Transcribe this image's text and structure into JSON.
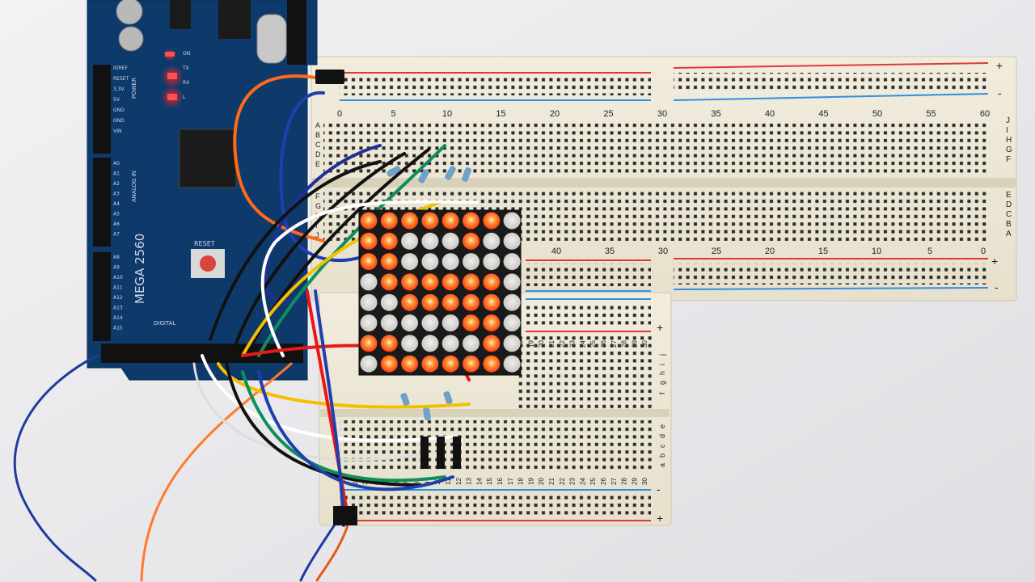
{
  "photo": {
    "board": {
      "model_label": "MEGA 2560",
      "reset_label": "RESET",
      "power_label": "POWER",
      "analog_label": "ANALOG IN",
      "digital_label": "DIGITAL",
      "power_pins": [
        "IOREF",
        "RESET",
        "3.3V",
        "5V",
        "GND",
        "GND",
        "VIN"
      ],
      "analog_pins": [
        "A0",
        "A1",
        "A2",
        "A3",
        "A4",
        "A5",
        "A6",
        "A7"
      ],
      "analog_pins_2": [
        "A8",
        "A9",
        "A10",
        "A11",
        "A12",
        "A13",
        "A14",
        "A15"
      ],
      "led_labels": [
        "ON",
        "TX",
        "RX",
        "L"
      ]
    },
    "breadboard_top": {
      "column_numbers": [
        "0",
        "5",
        "10",
        "15",
        "20",
        "25",
        "30",
        "35",
        "40",
        "45",
        "50",
        "55",
        "60"
      ],
      "rows_upper": [
        "J",
        "I",
        "H",
        "G",
        "F"
      ],
      "rows_lower": [
        "E",
        "D",
        "C",
        "B",
        "A"
      ],
      "rows_left": [
        "A",
        "B",
        "C",
        "D",
        "E",
        "F",
        "G",
        "H",
        "I",
        "J"
      ],
      "bottom_numbers": [
        "40",
        "35",
        "30",
        "25",
        "20",
        "15",
        "10",
        "5",
        "0"
      ],
      "rail_plus": "+",
      "rail_minus": "-"
    },
    "breadboard_small": {
      "column_numbers": [
        "1",
        "2",
        "3",
        "4",
        "5",
        "6",
        "7",
        "8",
        "9",
        "10",
        "11",
        "12",
        "13",
        "14",
        "15",
        "16",
        "17",
        "18",
        "19",
        "20",
        "21",
        "22",
        "23",
        "24",
        "25",
        "26",
        "27",
        "28",
        "29",
        "30"
      ],
      "rows_top": [
        "j",
        "i",
        "h",
        "g",
        "f"
      ],
      "rows_bottom": [
        "e",
        "d",
        "c",
        "b",
        "a"
      ],
      "rail_plus": "+",
      "rail_minus": "-"
    },
    "led_matrix": {
      "rows": 8,
      "cols": 8,
      "lit": [
        [
          1,
          1,
          1,
          1,
          1,
          1,
          1,
          0
        ],
        [
          1,
          1,
          0,
          0,
          0,
          1,
          0,
          0
        ],
        [
          1,
          1,
          0,
          0,
          0,
          0,
          0,
          0
        ],
        [
          0,
          1,
          1,
          1,
          1,
          1,
          1,
          0
        ],
        [
          0,
          0,
          1,
          1,
          1,
          1,
          1,
          0
        ],
        [
          0,
          0,
          0,
          0,
          0,
          1,
          1,
          0
        ],
        [
          1,
          1,
          0,
          0,
          0,
          0,
          1,
          0
        ],
        [
          0,
          1,
          1,
          1,
          1,
          1,
          1,
          0
        ]
      ],
      "lit_color": "#ff4a16",
      "off_color": "#d9d6d2"
    }
  }
}
